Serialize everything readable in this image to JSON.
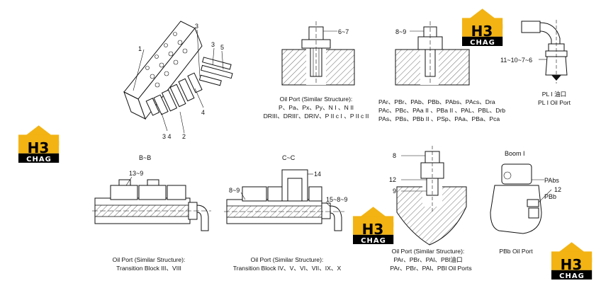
{
  "logo": {
    "mark": "H3",
    "sub": "CHAG"
  },
  "callouts": {
    "block": {
      "n1": "1",
      "n2": "2",
      "n3a": "3",
      "n3b": "3",
      "n4": "4",
      "n5": "5",
      "n34": "3 4"
    },
    "port_a": "6~7",
    "port_b": "8~9",
    "pl1": "11~10~7~6",
    "bb": "13~9",
    "cc_a": "14",
    "cc_b": "8~9",
    "cc_c": "15~8~9",
    "pa_a": "8",
    "pa_b": "12",
    "pa_c": "9",
    "boom_n": "12"
  },
  "captions": {
    "port_a_title": "Oil Port (Similar Structure):",
    "port_a_l1": "P、Pa、Px、Py、N I 、N II",
    "port_a_l2": "DRIII、DRIII'、DRIV、P II c I 、P II c II",
    "port_b_l1": "PAr、PBr、PAb、PBb、PAbs、PAcs、Dra",
    "port_b_l2": "PAc、PBc、PAa II 、PBa II 、PAL、PBL、Drb",
    "port_b_l3": "PAs、PBs、PBb II 、PSp、PAa、PBa、Pca",
    "pl1_l1": "PL I 油口",
    "pl1_l2": "PL I  Oil Port",
    "bb_label": "B~B",
    "cc_label": "C~C",
    "bb_title": "Oil Port (Similar Structure):",
    "bb_sub": "Transition Block III、VIII",
    "cc_title": "Oil Port (Similar Structure):",
    "cc_sub": "Transition Block IV、V、VI、VII、IX、X",
    "pa_title": "Oil Port (Similar Structure):",
    "pa_l1": "PAr、PBr、PAl、PBl油口",
    "pa_l2": "PAr、PBr、PAl、PBl Oil Ports",
    "boom_title": "Boom  I",
    "boom_pabs": "PAbs",
    "boom_pbb": "PBb",
    "boom_caption": "PBb Oil Port"
  },
  "colors": {
    "logo_yellow": "#f2b313",
    "logo_black": "#000000",
    "hatch": "#444444"
  }
}
